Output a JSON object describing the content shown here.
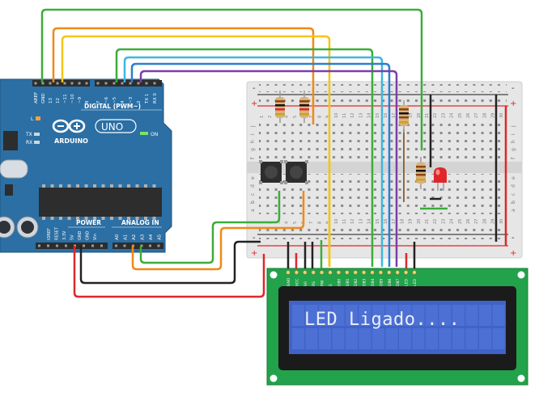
{
  "arduino": {
    "brand": "ARDUINO",
    "model": "UNO",
    "digital_label": "DIGITAL (PWM~)",
    "power_label": "POWER",
    "analog_label": "ANALOG IN",
    "on_label": "ON",
    "l_label": "L",
    "tx_label": "TX",
    "rx_label": "RX",
    "digital_pins": [
      "AREF",
      "GND",
      "13",
      "12",
      "~11",
      "~10",
      "~9",
      "8",
      "7",
      "~6",
      "~5",
      "4",
      "~3",
      "2",
      "TX 1",
      "RX 0"
    ],
    "power_pins": [
      "IOREF",
      "RESET",
      "3.3V",
      "5V",
      "GND",
      "GND",
      "Vin"
    ],
    "analog_pins": [
      "A0",
      "A1",
      "A2",
      "A3",
      "A4",
      "A5"
    ]
  },
  "breadboard": {
    "column_numbers": [
      "1",
      "2",
      "3",
      "4",
      "5",
      "6",
      "7",
      "8",
      "9",
      "10",
      "11",
      "12",
      "13",
      "14",
      "15",
      "16",
      "17",
      "18",
      "19",
      "20",
      "21",
      "22",
      "23",
      "24",
      "25",
      "26",
      "27",
      "28",
      "29",
      "30"
    ],
    "row_letters_top": [
      "j",
      "i",
      "h",
      "g",
      "f"
    ],
    "row_letters_bottom": [
      "e",
      "d",
      "c",
      "b",
      "a"
    ],
    "plus": "+",
    "minus": "-"
  },
  "lcd": {
    "text": "LED Ligado....",
    "pins": [
      "GND",
      "VCC",
      "V0",
      "RS",
      "RW",
      "E",
      "DB0",
      "DB1",
      "DB2",
      "DB3",
      "DB4",
      "DB5",
      "DB6",
      "DB7",
      "LED",
      "LED"
    ]
  },
  "colors": {
    "arduino_board": "#2b6fa4",
    "breadboard": "#e6e6e6",
    "lcd_pcb": "#22a24a",
    "lcd_screen": "#3f63c8",
    "lcd_text": "#e8eeff",
    "wire_green": "#3cad3a",
    "wire_orange": "#f08a14",
    "wire_yellow": "#f5c518",
    "wire_cyan": "#3fb6e0",
    "wire_blue": "#2c7fd0",
    "wire_purple": "#7d3ea8",
    "wire_red": "#e0262a",
    "wire_black": "#222222",
    "led_red": "#e0262a"
  }
}
